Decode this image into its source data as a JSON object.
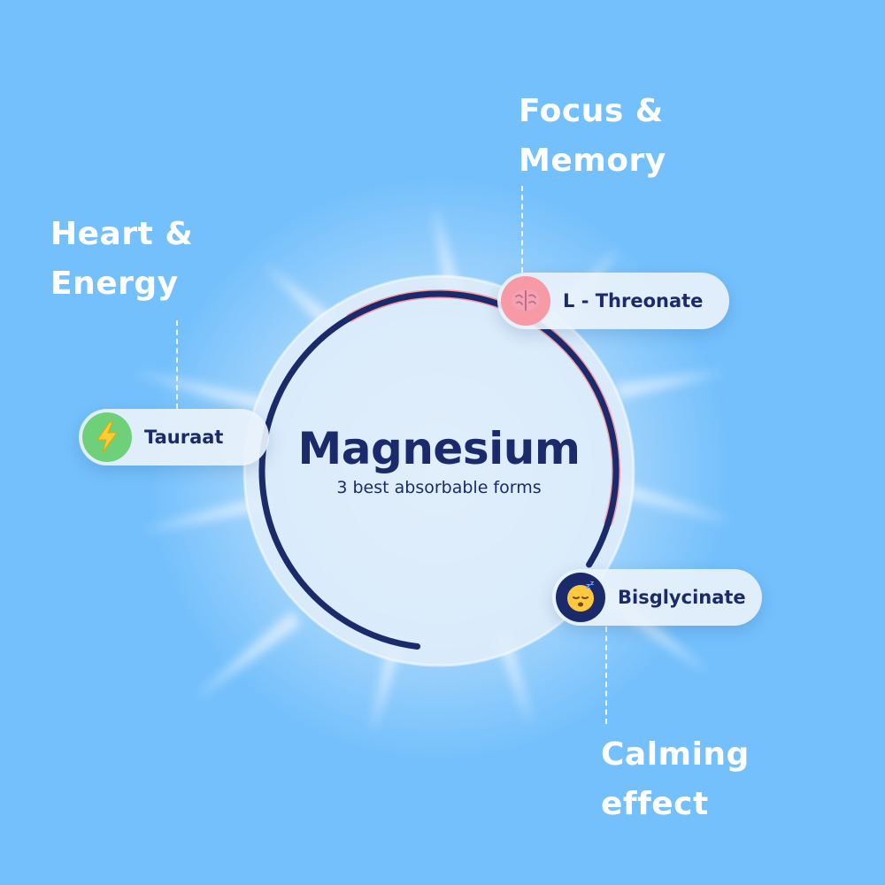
{
  "center": {
    "title": "Magnesium",
    "subtitle": "3 best absorbable forms"
  },
  "forms": [
    {
      "label": "L - Threonate",
      "icon": "brain-icon",
      "arc_color": "#f79aa5",
      "benefit_lines": [
        "Focus &",
        "Memory"
      ]
    },
    {
      "label": "Tauraat",
      "icon": "lightning-icon",
      "arc_color": "#5ccd66",
      "benefit_lines": [
        "Heart &",
        "Energy"
      ]
    },
    {
      "label": "Bisglycinate",
      "icon": "sleeping-face-icon",
      "arc_color": "#1b2a6b",
      "benefit_lines": [
        "Calming",
        "effect"
      ]
    }
  ],
  "colors": {
    "background": "#74c0fc",
    "text_dark": "#1b2a6b",
    "text_light": "#ffffff"
  }
}
